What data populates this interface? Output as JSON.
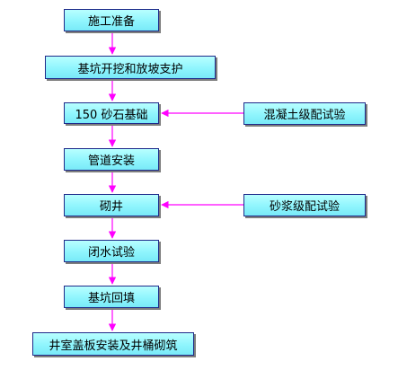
{
  "colors": {
    "arrow": "#ff00ff",
    "box_fill": "#8ff5fd",
    "box_border": "#1e2a8a",
    "shadow": "#7d7d7d"
  },
  "steps": [
    "施工准备",
    "基坑开挖和放坡支护",
    "150 砂石基础",
    "管道安装",
    "砌井",
    "闭水试验",
    "基坑回填",
    "井室盖板安装及井桶砌筑"
  ],
  "side_inputs": {
    "concrete_test": "混凝土级配试验",
    "mortar_test": "砂浆级配试验"
  }
}
